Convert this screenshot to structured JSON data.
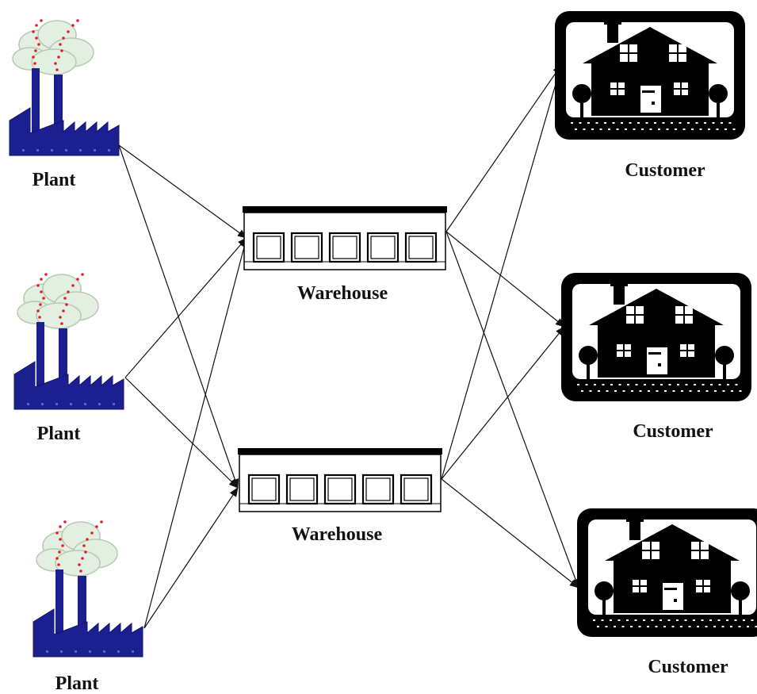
{
  "colors": {
    "plant": "#1b1f8f",
    "plant_dark": "#10146a",
    "smoke_cloud": "#e3efe0",
    "smoke_outline": "#b7c9b3",
    "smoke_dots": "#e0202a",
    "house": "#000000",
    "edge": "#111111"
  },
  "icons": {
    "plant": "factory-icon",
    "warehouse": "warehouse-icon",
    "customer": "house-icon"
  },
  "nodes": {
    "plants": [
      {
        "id": "p1",
        "label": "Plant"
      },
      {
        "id": "p2",
        "label": "Plant"
      },
      {
        "id": "p3",
        "label": "Plant"
      }
    ],
    "warehouses": [
      {
        "id": "w1",
        "label": "Warehouse"
      },
      {
        "id": "w2",
        "label": "Warehouse"
      }
    ],
    "customers": [
      {
        "id": "c1",
        "label": "Customer"
      },
      {
        "id": "c2",
        "label": "Customer"
      },
      {
        "id": "c3",
        "label": "Customer"
      }
    ]
  },
  "edges": [
    {
      "from": "p1",
      "to": "w1"
    },
    {
      "from": "p1",
      "to": "w2"
    },
    {
      "from": "p2",
      "to": "w1"
    },
    {
      "from": "p2",
      "to": "w2"
    },
    {
      "from": "p3",
      "to": "w1"
    },
    {
      "from": "p3",
      "to": "w2"
    },
    {
      "from": "w1",
      "to": "c1"
    },
    {
      "from": "w1",
      "to": "c2"
    },
    {
      "from": "w1",
      "to": "c3"
    },
    {
      "from": "w2",
      "to": "c1"
    },
    {
      "from": "w2",
      "to": "c2"
    },
    {
      "from": "w2",
      "to": "c3"
    }
  ]
}
